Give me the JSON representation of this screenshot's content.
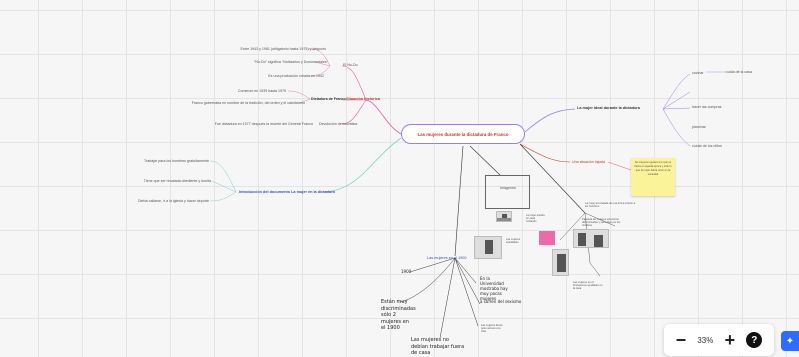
{
  "colors": {
    "purple": "#9b7ee0",
    "pink": "#e05aa8",
    "red": "#c0392b",
    "teal": "#7fd1c8",
    "blue": "#3a4fa8",
    "dark": "#333333"
  },
  "central": {
    "label": "Las mujeres durante la dictadura de Franco"
  },
  "left": {
    "branch1": {
      "label": "Situación histórica"
    },
    "dictadura": {
      "label": "Dictadura de Franco"
    },
    "film": {
      "label": "El No-Do"
    },
    "film_items": [
      "Entre 1943 y 1981 (obligatorio hasta 1975) y después",
      "\"No-Do\" significa \"Noticiarios y Documentales\"",
      "Es una producción creada en 1942"
    ],
    "dict_items": [
      "Comenzó en 1939 hasta 1975",
      "Franco gobernaba en nombre de la tradición, del orden y el catolicismo"
    ],
    "transicion_item": "Fue dictadura en 1977 después la muerte del General Franco",
    "transicion": "Devolución democrática",
    "branch2": {
      "label": "Introducción del documento La mujer en la dictadura"
    },
    "intro_items": [
      "Trabajar para los hombres gratuitamente",
      "Tiene que ser recatada obediente y bonita",
      "Debía callarse, ir a la iglesia y hacer deporte"
    ]
  },
  "right": {
    "ideal": {
      "label": "La mujer ideal durante la dictadura"
    },
    "ideal_items": [
      "cocinar",
      "hacer las compras",
      "planchar",
      "cuidar de los niños"
    ],
    "ideal_sub": "cuida de la casa",
    "situacion": {
      "label": "Una situación injusta"
    },
    "sticky": "Se creyeron iguales a lo que se hacía en aquella época y todo lo que la mujer debía tener en la sociedad"
  },
  "bottom": {
    "frame_title": "Imágenes",
    "mujeres": {
      "label": "Las mujeres en el 1900"
    },
    "year": "1900",
    "item_univ": "En la Universidad mostraba hay muy pocas mujeres",
    "item_sexismo": "a sufren del sexismo",
    "item_discrim": "Están muy discriminadas sólo 2 mujeres en el 1900",
    "item_trabajar": "Las mujeres no debían trabajar fuera de casa",
    "item_small": "Las mujeres tienen poco acceso a la vida",
    "caption1": "La mujer estaba en casa cuidando",
    "caption2": "Las mujeres estudiaban",
    "caption3": "Las mujeres en el Franquismo ayudaban en la casa",
    "note1": "La mujer era tratada de una forma inferior a los hombres",
    "note2": "Papeleta las mujeres estuvieron discriminadas y oprimidas por los hombres"
  },
  "zoom": {
    "value": "33%",
    "minus": "−",
    "plus": "+",
    "help": "?"
  }
}
